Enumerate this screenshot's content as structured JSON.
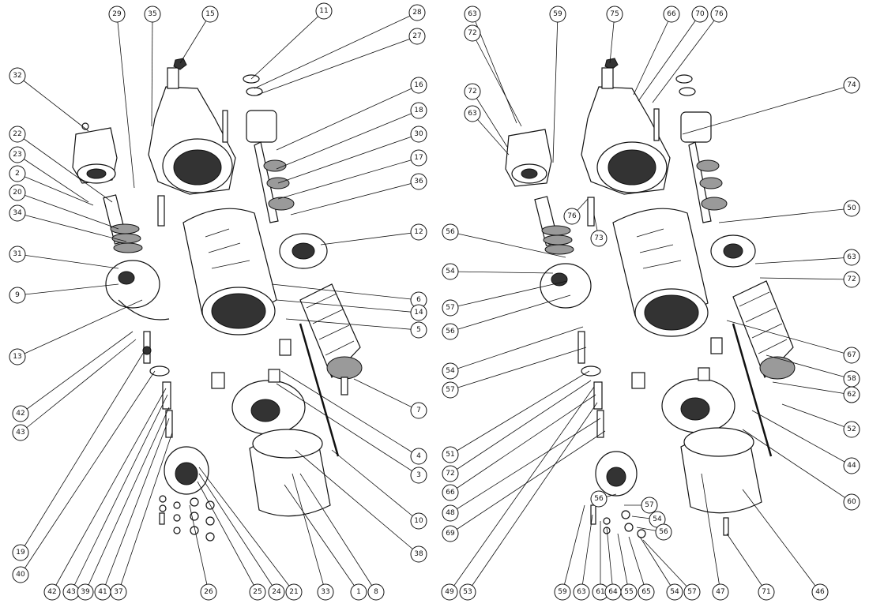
{
  "left_diagram": {
    "callouts": [
      "29",
      "35",
      "15",
      "11",
      "28",
      "27",
      "32",
      "16",
      "18",
      "30",
      "22",
      "17",
      "23",
      "2",
      "36",
      "20",
      "12",
      "34",
      "31",
      "9",
      "6",
      "14",
      "5",
      "13",
      "7",
      "42",
      "43",
      "4",
      "3",
      "10",
      "19",
      "40",
      "38",
      "42",
      "43",
      "39",
      "41",
      "37",
      "26",
      "25",
      "24",
      "21",
      "33",
      "1",
      "8"
    ]
  },
  "right_diagram": {
    "callouts": [
      "63",
      "72",
      "59",
      "75",
      "66",
      "70",
      "76",
      "72",
      "74",
      "63",
      "76",
      "73",
      "50",
      "56",
      "63",
      "54",
      "72",
      "57",
      "56",
      "67",
      "54",
      "58",
      "62",
      "57",
      "52",
      "51",
      "44",
      "72",
      "66",
      "60",
      "48",
      "69",
      "56",
      "57",
      "54",
      "56",
      "49",
      "53",
      "59",
      "63",
      "61",
      "64",
      "55",
      "65",
      "54",
      "57",
      "47",
      "71",
      "46"
    ]
  }
}
